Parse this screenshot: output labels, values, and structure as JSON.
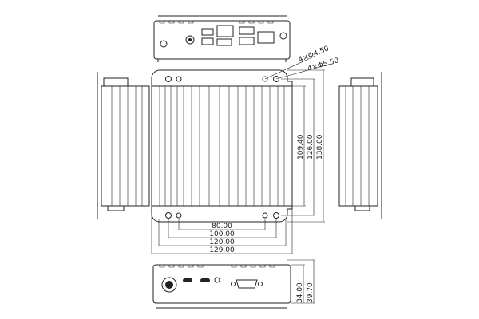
{
  "drawing": {
    "hole_callouts": [
      "4×Φ4.50",
      "4×Φ5.50"
    ],
    "width_dims": [
      "80.00",
      "100.00",
      "120.00",
      "129.00"
    ],
    "depth_dims": [
      "109.40",
      "126.00",
      "138.00"
    ],
    "height_dims": [
      "34.00",
      "39.70"
    ]
  }
}
